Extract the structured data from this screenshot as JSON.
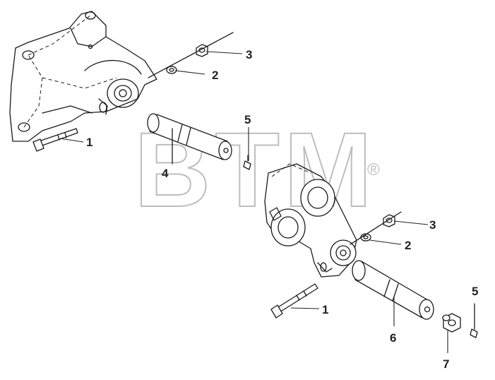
{
  "watermark": {
    "text": "BTM",
    "registered": "®"
  },
  "callouts": [
    {
      "id": "c1a",
      "label": "1"
    },
    {
      "id": "c2a",
      "label": "2"
    },
    {
      "id": "c3a",
      "label": "3"
    },
    {
      "id": "c4",
      "label": "4"
    },
    {
      "id": "c5a",
      "label": "5"
    },
    {
      "id": "c3b",
      "label": "3"
    },
    {
      "id": "c2b",
      "label": "2"
    },
    {
      "id": "c1b",
      "label": "1"
    },
    {
      "id": "c6",
      "label": "6"
    },
    {
      "id": "c5b",
      "label": "5"
    },
    {
      "id": "c7",
      "label": "7"
    }
  ],
  "colors": {
    "line": "#1a1a1a",
    "watermark": "#bdbdbd",
    "background": "#ffffff"
  }
}
